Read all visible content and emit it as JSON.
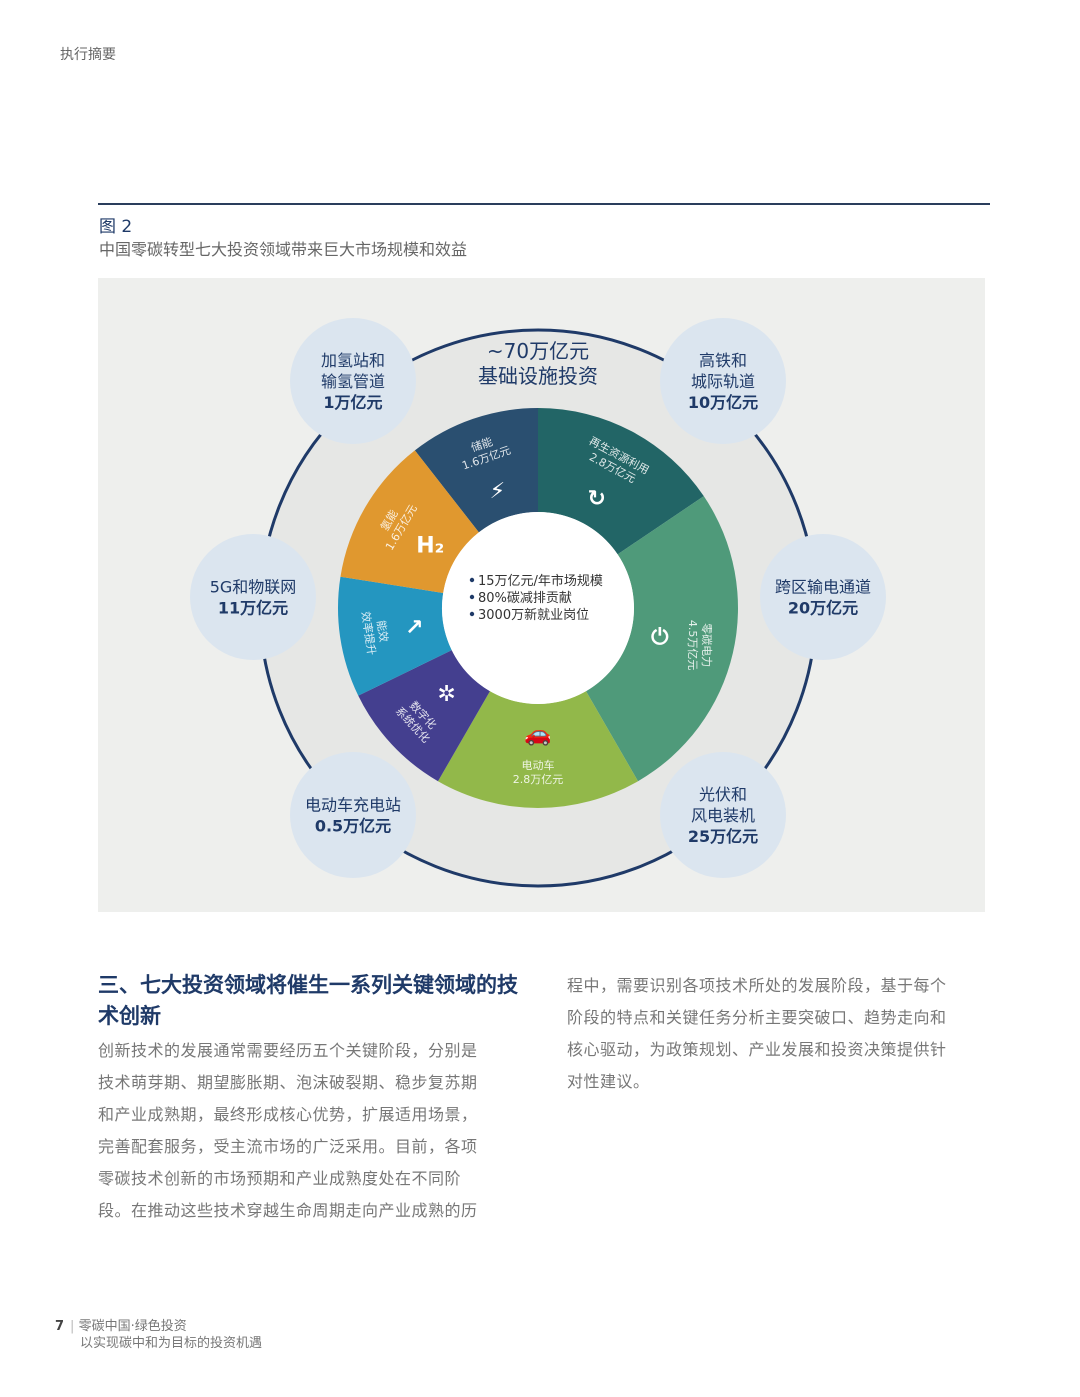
{
  "header": "执行摘要",
  "figure": {
    "number": "图 2",
    "title": "中国零碳转型七大投资领域带来巨大市场规模和效益"
  },
  "ring_title": [
    "~70万亿元",
    "基础设施投资"
  ],
  "center": [
    "15万亿元/年市场规模",
    "80%碳减排贡献",
    "3000万新就业岗位"
  ],
  "segments": [
    {
      "label": "储能",
      "value": "1.6万亿元",
      "icon": "battery-icon",
      "color": "#2a4f70"
    },
    {
      "label": "再生资源利用",
      "value": "2.8万亿元",
      "icon": "recycle-icon",
      "color": "#226566"
    },
    {
      "label": "零碳电力",
      "value": "4.5万亿元",
      "icon": "power-icon",
      "color": "#4f9a7a"
    },
    {
      "label": "电动车",
      "value": "2.8万亿元",
      "icon": "car-icon",
      "color": "#92b84a"
    },
    {
      "label": "数字化",
      "value": "系统优化",
      "icon": "network-icon",
      "color": "#443f8f"
    },
    {
      "label": "能效",
      "value": "效率提升",
      "icon": "chart-up-icon",
      "color": "#2496c0"
    },
    {
      "label": "氢能",
      "value": "1.6万亿元",
      "icon": "h2-icon",
      "color": "#e0982f"
    }
  ],
  "bubbles": [
    {
      "lines": [
        "加氢站和",
        "输氢管道"
      ],
      "value": "1万亿元"
    },
    {
      "lines": [
        "高铁和",
        "城际轨道"
      ],
      "value": "10万亿元"
    },
    {
      "lines": [
        "5G和物联网"
      ],
      "value": "11万亿元"
    },
    {
      "lines": [
        "跨区输电通道"
      ],
      "value": "20万亿元"
    },
    {
      "lines": [
        "电动车充电站"
      ],
      "value": "0.5万亿元"
    },
    {
      "lines": [
        "光伏和",
        "风电装机"
      ],
      "value": "25万亿元"
    }
  ],
  "section": {
    "heading": "三、七大投资领域将催生一系列关键领域的技术创新",
    "left": [
      "创新技术的发展通常需要经历五个关键阶段，分别是",
      "技术萌芽期、期望膨胀期、泡沫破裂期、稳步复苏期",
      "和产业成熟期，最终形成核心优势，扩展适用场景，",
      "完善配套服务，受主流市场的广泛采用。目前，各项",
      "零碳技术创新的市场预期和产业成熟度处在不同阶",
      "段。在推动这些技术穿越生命周期走向产业成熟的历"
    ],
    "right": [
      "程中，需要识别各项技术所处的发展阶段，基于每个",
      "阶段的特点和关键任务分析主要突破口、趋势走向和",
      "核心驱动，为政策规划、产业发展和投资决策提供针",
      "对性建议。"
    ]
  },
  "footer": {
    "page": "7",
    "line1": "零碳中国·绿色投资",
    "line2": "以实现碳中和为目标的投资机遇"
  }
}
